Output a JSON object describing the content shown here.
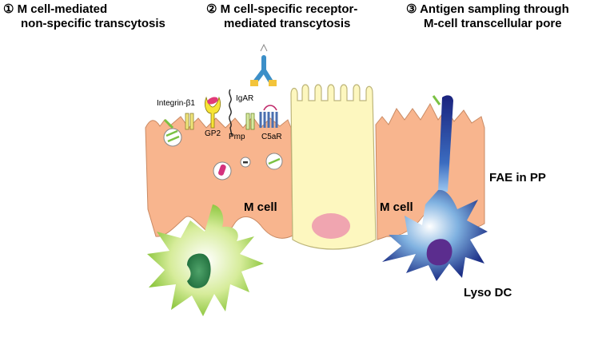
{
  "titles": [
    {
      "num": "①",
      "line1": "M cell-mediated",
      "line2": "non-specific transcytosis"
    },
    {
      "num": "②",
      "line1": "M cell-specific receptor-",
      "line2": "mediated transcytosis"
    },
    {
      "num": "③",
      "line1": "Antigen sampling through",
      "line2": "M-cell transcellular pore"
    }
  ],
  "labels": {
    "integrin": "Integrin-β1",
    "gp2": "GP2",
    "igar": "IgAR",
    "pmp": "Pmp",
    "c5ar": "C5aR",
    "m_cell_left": "M cell",
    "m_cell_right": "M cell",
    "fae": "FAE in PP",
    "lyso_dc": "Lyso DC"
  },
  "colors": {
    "m_cell": "#f8b58e",
    "enterocyte": "#fdf7bf",
    "dc_green": "#8dc63f",
    "dc_blue": "#2b4ea0",
    "nucleus_pink": "#f0a5b0"
  }
}
